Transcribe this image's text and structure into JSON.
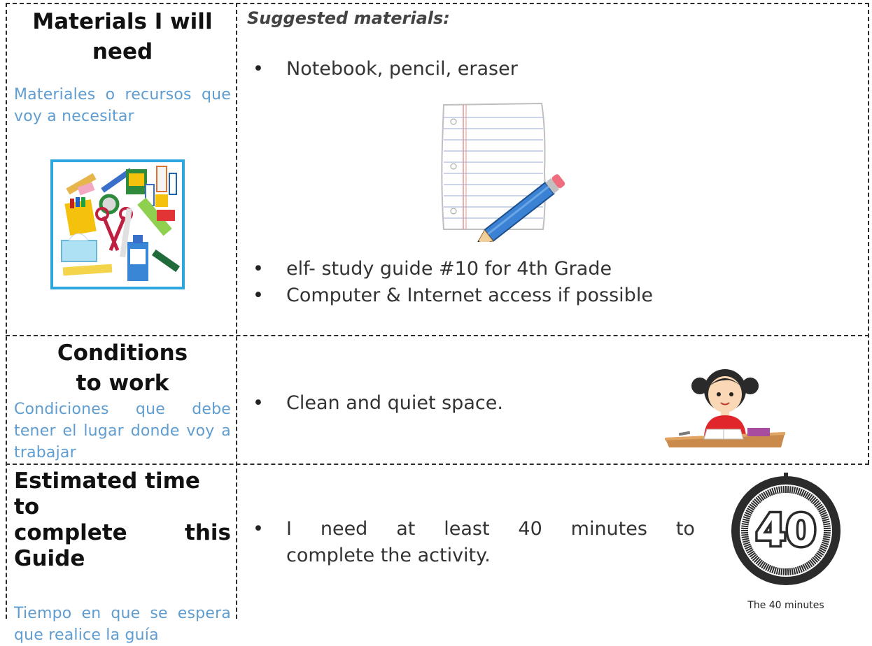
{
  "rows": [
    {
      "title": "Materials I will need",
      "subtitle": "Materiales o recursos que voy a necesitar",
      "heading": "Suggested materials:",
      "bullets": [
        "Notebook, pencil, eraser",
        "elf- study guide #10 for 4th Grade",
        "Computer & Internet access if possible"
      ],
      "images": {
        "supplies": "school-supplies-illustration",
        "notebook": "notebook-pencil-illustration"
      }
    },
    {
      "title": "Conditions to work",
      "subtitle": "Condiciones que debe tener el lugar donde voy a trabajar",
      "bullets": [
        "Clean and quiet space."
      ],
      "images": {
        "student": "girl-at-desk-illustration"
      }
    },
    {
      "title_words": [
        "Estimated time to",
        "complete",
        "this",
        "Guide"
      ],
      "subtitle": "Tiempo en que se espera que realice la guía",
      "bullet_words": [
        "I",
        "need",
        "at",
        "least",
        "40",
        "minutes",
        "to"
      ],
      "bullet_line2": "complete the activity.",
      "timer": {
        "value": "40",
        "caption": "The 40 minutes"
      }
    }
  ],
  "colors": {
    "subtitle": "#5f9dd0",
    "border": "#2b2b2b",
    "supplies_frame": "#2ea7e0"
  }
}
